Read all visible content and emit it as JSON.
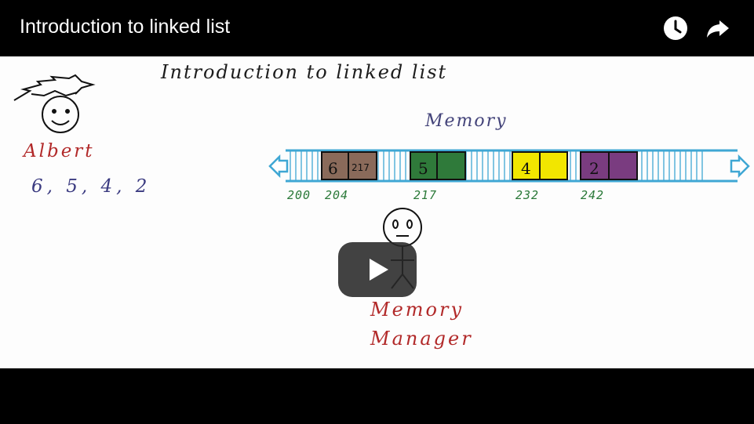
{
  "video": {
    "title": "Introduction to linked list"
  },
  "header_icons": [
    {
      "name": "watch-later-icon"
    },
    {
      "name": "share-icon"
    }
  ],
  "board": {
    "title": "Introduction to linked list",
    "memory_label": "Memory",
    "person_name": "Albert",
    "person_values": "6, 5, 4, 2",
    "manager_label": "Memory\nManager",
    "cells": [
      {
        "value": "6",
        "pointer": "217",
        "color": "#8a6a5a"
      },
      {
        "value": "5",
        "pointer": "",
        "color": "#2f7a3a"
      },
      {
        "value": "4",
        "pointer": "",
        "color": "#f2e600"
      },
      {
        "value": "2",
        "pointer": "",
        "color": "#7a3c80"
      }
    ],
    "addresses": [
      "200",
      "204",
      "217",
      "232",
      "242"
    ]
  },
  "colors": {
    "memory_strip": "#3fa7d4",
    "text_red": "#b22a2a",
    "text_blue": "#3a3a80",
    "text_green": "#2c7a3a"
  }
}
